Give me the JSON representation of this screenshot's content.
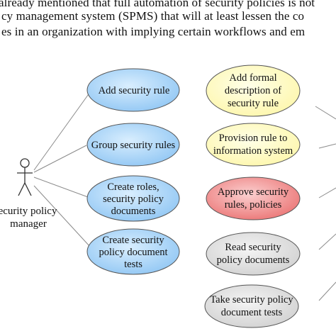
{
  "text_lines": [
    "already mentioned that full automation of security policies is not",
    "cy management system (SPMS) that will at least lessen the co",
    "es in an organization with implying certain workflows and em"
  ],
  "actor": {
    "label_line1": "ecurity policy",
    "label_line2": "manager"
  },
  "use_cases_left": [
    {
      "lines": [
        "Add security rule"
      ]
    },
    {
      "lines": [
        "Group security rules"
      ]
    },
    {
      "lines": [
        "Create roles,",
        "security policy",
        "documents"
      ]
    },
    {
      "lines": [
        "Create security",
        "policy document",
        "tests"
      ]
    }
  ],
  "use_cases_right": [
    {
      "lines": [
        "Add formal",
        "description of",
        "security rule"
      ],
      "fill": "#fffbc7"
    },
    {
      "lines": [
        "Provision rule to",
        "information system"
      ],
      "fill": "#fffbc7"
    },
    {
      "lines": [
        "Approve security",
        "rules, policies"
      ],
      "fill": "#f08a8a"
    },
    {
      "lines": [
        "Read security",
        "policy documents"
      ],
      "fill": "#e0e0e0"
    },
    {
      "lines": [
        "Take security policy",
        "document tests"
      ],
      "fill": "#e0e0e0"
    }
  ],
  "colors": {
    "left_fill": "#9fd0f7",
    "stroke": "#555555",
    "line": "#8a8a8a"
  }
}
